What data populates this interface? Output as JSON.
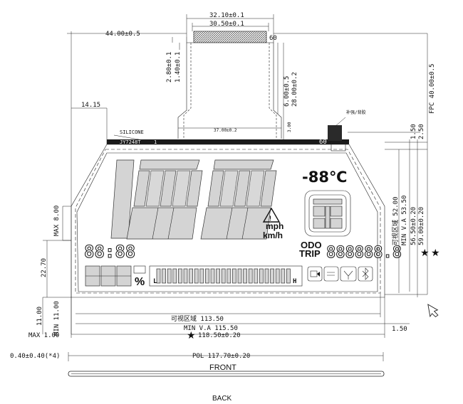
{
  "dimensions": {
    "top_width_1": "32.10±0.1",
    "top_width_2": "30.50±0.1",
    "overall_left": "44.00±0.5",
    "fpc_h1": "2.80±0.1",
    "fpc_h2": "1.40±0.1",
    "fpc_v1": "6.00±0.5",
    "fpc_v2": "28.00±0.2",
    "fpc_total": "FPC 40.00±0.5",
    "left_offset": "14.15",
    "inner_width": "37.00±0.2",
    "small_v": "3.00",
    "r1_50": "1.50",
    "r2_50": "2.50",
    "view_area_h": "可视区域 52.00",
    "min_va_h": "MIN V.A 53.50",
    "h5650": "56.50±0.20",
    "h5900": "59.00±0.20",
    "max_8": "MAX 8.00",
    "d2270": "22.70",
    "d1100": "11.00",
    "min_11": "MIN 11.00",
    "max_1": "MAX 1.00",
    "view_area_w": "可视区域 113.50",
    "min_va_w": "MIN V.A 115.50",
    "r_150": "1.50",
    "w118": "118.50±0.20",
    "d040": "0.40±0.40(*4)",
    "pol": "POL 117.70±0.20"
  },
  "labels": {
    "silicone": "SILICONE",
    "part_no": "JY7248T",
    "pin_1": "1",
    "pin_60_top": "60",
    "pin_60_bottom": "60",
    "stiffener": "补强/背胶",
    "front": "FRONT",
    "back": "BACK",
    "temp": "-88℃",
    "mph": "mph",
    "kmh": "km/h",
    "odo": "ODO",
    "trip": "TRIP",
    "clock": "88:88",
    "odo_digits": "888888.8",
    "bar_left": "L",
    "bar_right": "H",
    "percent": "%",
    "bt": "ʙ"
  },
  "colors": {
    "line": "#222222",
    "segment": "#d4d4d4",
    "fpc_hatch": "#555555",
    "bar_dark": "#1a1a1a"
  }
}
